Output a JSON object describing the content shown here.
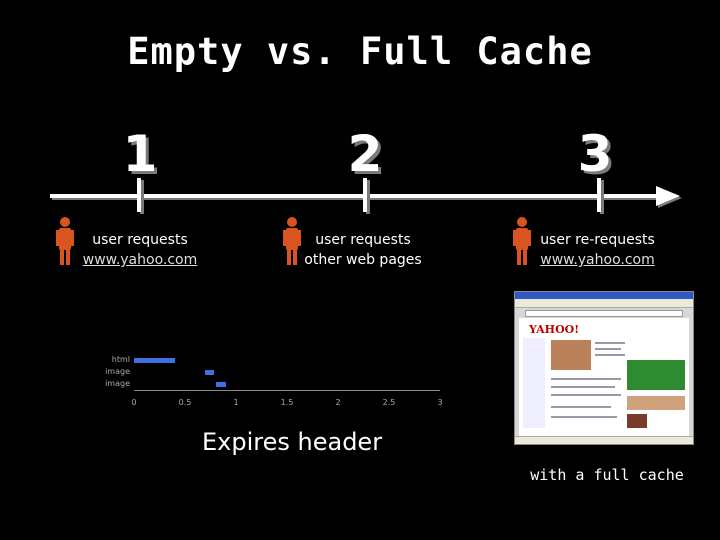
{
  "title": "Empty vs. Full Cache",
  "steps": [
    {
      "number": "1",
      "line1": "user requests",
      "line2": "www.yahoo.com"
    },
    {
      "number": "2",
      "line1": "user requests",
      "line2": "other web pages"
    },
    {
      "number": "3",
      "line1": "user re-requests",
      "line2": "www.yahoo.com"
    }
  ],
  "waterfall": {
    "rows": [
      {
        "label": "html",
        "start": 0.0,
        "end": 0.4
      },
      {
        "label": "image",
        "start": 0.7,
        "end": 0.78
      },
      {
        "label": "image",
        "start": 0.8,
        "end": 0.9
      }
    ],
    "ticks": [
      "0",
      "0.5",
      "1",
      "1.5",
      "2",
      "2.5",
      "3"
    ],
    "range": [
      0,
      3
    ]
  },
  "expires_label": "Expires header",
  "caption": "with a full cache",
  "browser": {
    "logo_text": "YAHOO!"
  },
  "colors": {
    "background": "#000000",
    "person": "#d9541e",
    "bar": "#3f6fe0"
  },
  "icons": [
    "person-icon",
    "person-icon",
    "person-icon"
  ]
}
